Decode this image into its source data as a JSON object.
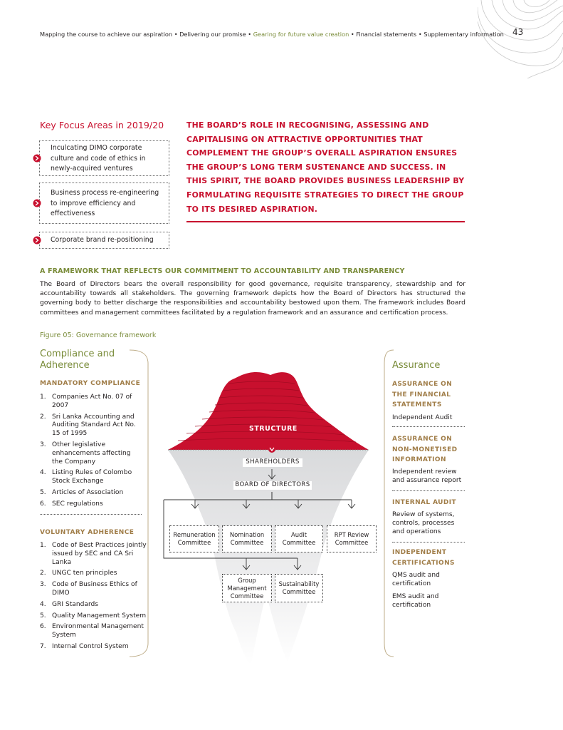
{
  "header": {
    "nav_1": "Mapping the course to achieve our aspiration",
    "nav_2": "Delivering our promise",
    "nav_3": "Gearing for future value creation",
    "nav_4": "Financial statements",
    "nav_5": "Supplementary information",
    "page_number": "43"
  },
  "key_focus": {
    "title": "Key Focus Areas in 2019/20",
    "items": [
      "Inculcating DIMO corporate culture and code of ethics in newly-acquired ventures",
      "Business process re-engineering to improve efficiency and effectiveness",
      "Corporate brand re-positioning"
    ]
  },
  "quote": "THE BOARD’S ROLE IN RECOGNISING, ASSESSING AND CAPITALISING ON ATTRACTIVE OPPORTUNITIES THAT COMPLEMENT THE GROUP’S OVERALL ASPIRATION ENSURES THE GROUP’S LONG TERM SUSTENANCE AND SUCCESS. IN THIS SPIRIT, THE BOARD PROVIDES BUSINESS LEADERSHIP BY FORMULATING REQUISITE STRATEGIES TO DIRECT THE GROUP TO ITS DESIRED ASPIRATION.",
  "framework": {
    "heading": "A FRAMEWORK THAT REFLECTS OUR COMMITMENT TO ACCOUNTABILITY AND TRANSPARENCY",
    "body": "The Board of Directors bears the overall responsibility for good governance, requisite transparency, stewardship and for accountability towards all stakeholders. The governing framework depicts how the Board of Directors has structured the governing body to better discharge the responsibilities and accountability bestowed upon them. The framework includes Board committees and management committees facilitated by a regulation framework and an assurance and certification process.",
    "figure_caption": "Figure 05: Governance framework"
  },
  "compliance": {
    "title_line1": "Compliance and",
    "title_line2": "Adherence",
    "mandatory_heading": "MANDATORY COMPLIANCE",
    "mandatory_items": [
      {
        "n": "1.",
        "text": "Companies Act No. 07 of 2007"
      },
      {
        "n": "2.",
        "text": "Sri Lanka Accounting and Auditing Standard Act No. 15 of 1995"
      },
      {
        "n": "3.",
        "text": "Other legislative enhancements affecting the Company"
      },
      {
        "n": "4.",
        "text": "Listing Rules of Colombo Stock Exchange"
      },
      {
        "n": "5.",
        "text": "Articles of Association"
      },
      {
        "n": "6.",
        "text": "SEC regulations"
      }
    ],
    "voluntary_heading": "VOLUNTARY ADHERENCE",
    "voluntary_items": [
      {
        "n": "1.",
        "text": "Code of Best Practices jointly issued by SEC and CA Sri Lanka"
      },
      {
        "n": "2.",
        "text": "UNGC ten principles"
      },
      {
        "n": "3.",
        "text": "Code of Business Ethics of DIMO"
      },
      {
        "n": "4.",
        "text": "GRI Standards"
      },
      {
        "n": "5.",
        "text": "Quality Management System"
      },
      {
        "n": "6.",
        "text": "Environmental Management System"
      },
      {
        "n": "7.",
        "text": "Internal Control System"
      }
    ]
  },
  "diagram": {
    "structure_label": "STRUCTURE",
    "shareholders": "SHAREHOLDERS",
    "board": "BOARD OF DIRECTORS",
    "committees": [
      "Remuneration Committee",
      "Nomination Committee",
      "Audit Committee",
      "RPT Review Committee"
    ],
    "mgmt_committees": [
      "Group Management Committee",
      "Sustainability Committee"
    ]
  },
  "assurance": {
    "title": "Assurance",
    "sections": [
      {
        "heading": "ASSURANCE ON THE FINANCIAL STATEMENTS",
        "items": [
          "Independent Audit"
        ]
      },
      {
        "heading": "ASSURANCE ON NON-MONETISED INFORMATION",
        "items": [
          "Independent review and assurance report"
        ]
      },
      {
        "heading": "INTERNAL AUDIT",
        "items": [
          "Review of systems, controls, processes and operations"
        ]
      },
      {
        "heading": "INDEPENDENT CERTIFICATIONS",
        "items": [
          "QMS audit and certification",
          "EMS audit and certification"
        ]
      }
    ]
  },
  "colors": {
    "red": "#c8102e",
    "green": "#7a8c3a",
    "tan": "#a07d48"
  }
}
